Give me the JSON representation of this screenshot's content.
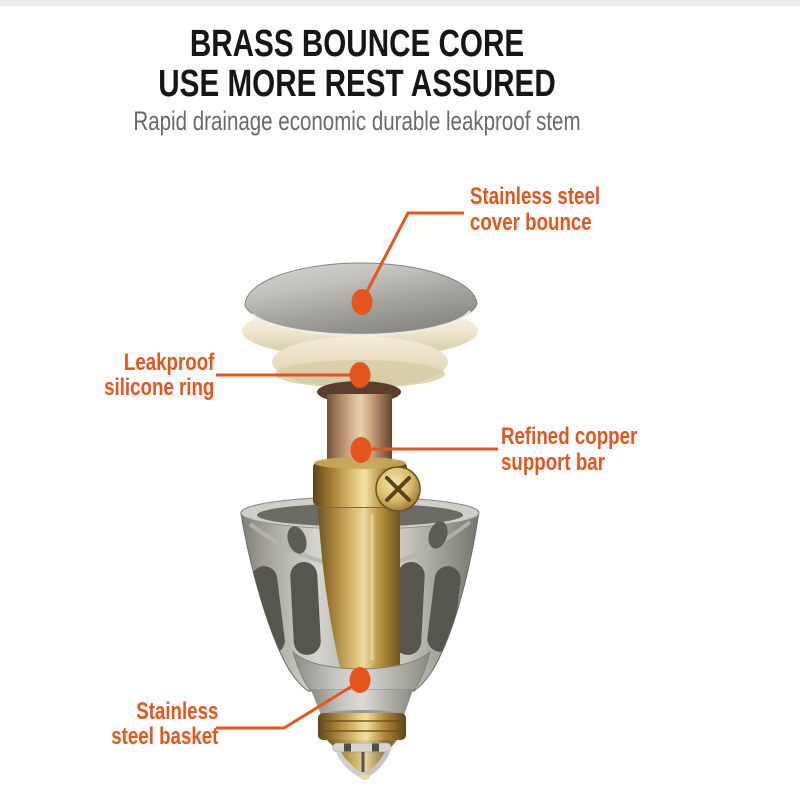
{
  "meta": {
    "accent_color": "#e4561e",
    "background_color": "#ffffff"
  },
  "header": {
    "title_line1": "BRASS BOUNCE CORE",
    "title_line2": "USE MORE REST ASSURED",
    "subtitle": "Rapid drainage economic durable leakproof stem"
  },
  "callouts": {
    "cover": {
      "line1": "Stainless steel",
      "line2": "cover bounce"
    },
    "ring": {
      "line1": "Leakproof",
      "line2": "silicone ring"
    },
    "support": {
      "line1": "Refined copper",
      "line2": "support bar"
    },
    "basket": {
      "line1": "Stainless",
      "line2": "steel basket"
    }
  }
}
